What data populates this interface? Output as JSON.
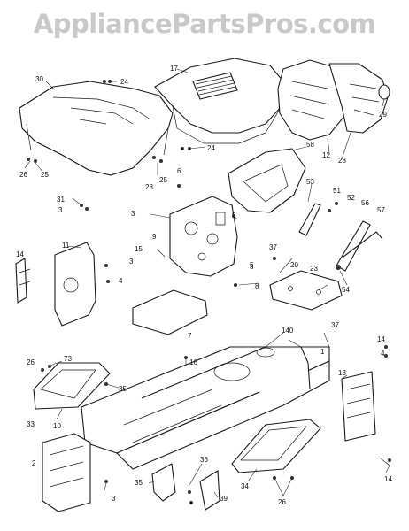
{
  "watermark": "AppliancePartsPros.com",
  "labels": [
    {
      "id": "l30",
      "text": "30"
    },
    {
      "id": "l24a",
      "text": "24"
    },
    {
      "id": "l17",
      "text": "17"
    },
    {
      "id": "l29",
      "text": "29"
    },
    {
      "id": "l25a",
      "text": "25"
    },
    {
      "id": "l26a",
      "text": "26"
    },
    {
      "id": "l24b",
      "text": "24"
    },
    {
      "id": "l28a",
      "text": "28"
    },
    {
      "id": "l25b",
      "text": "25"
    },
    {
      "id": "l12",
      "text": "12"
    },
    {
      "id": "l28b",
      "text": "28"
    },
    {
      "id": "l58",
      "text": "58"
    },
    {
      "id": "l31",
      "text": "31"
    },
    {
      "id": "l3a",
      "text": "3"
    },
    {
      "id": "l6",
      "text": "6"
    },
    {
      "id": "l3b",
      "text": "3"
    },
    {
      "id": "l5a",
      "text": "5"
    },
    {
      "id": "l53",
      "text": "53"
    },
    {
      "id": "l51",
      "text": "51"
    },
    {
      "id": "l52",
      "text": "52"
    },
    {
      "id": "l56",
      "text": "56"
    },
    {
      "id": "l57",
      "text": "57"
    },
    {
      "id": "l9",
      "text": "9"
    },
    {
      "id": "l5b",
      "text": "5"
    },
    {
      "id": "l11",
      "text": "11"
    },
    {
      "id": "l15",
      "text": "15"
    },
    {
      "id": "l37a",
      "text": "37"
    },
    {
      "id": "l14a",
      "text": "14"
    },
    {
      "id": "l4a",
      "text": "4"
    },
    {
      "id": "l3c",
      "text": "3"
    },
    {
      "id": "l20",
      "text": "20"
    },
    {
      "id": "l23",
      "text": "23"
    },
    {
      "id": "l54",
      "text": "54"
    },
    {
      "id": "l8",
      "text": "8"
    },
    {
      "id": "l3d",
      "text": "3"
    },
    {
      "id": "l37b",
      "text": "37"
    },
    {
      "id": "l7",
      "text": "7"
    },
    {
      "id": "l140",
      "text": "140"
    },
    {
      "id": "l1",
      "text": "1"
    },
    {
      "id": "l16",
      "text": "16"
    },
    {
      "id": "l26b",
      "text": "26"
    },
    {
      "id": "l73",
      "text": "73"
    },
    {
      "id": "l35a",
      "text": "35"
    },
    {
      "id": "l14b",
      "text": "14"
    },
    {
      "id": "l4b",
      "text": "4"
    },
    {
      "id": "l13",
      "text": "13"
    },
    {
      "id": "l33",
      "text": "33"
    },
    {
      "id": "l10",
      "text": "10"
    },
    {
      "id": "l14c",
      "text": "14"
    },
    {
      "id": "l2",
      "text": "2"
    },
    {
      "id": "l36",
      "text": "36"
    },
    {
      "id": "l35b",
      "text": "35"
    },
    {
      "id": "l39",
      "text": "39"
    },
    {
      "id": "l34",
      "text": "34"
    },
    {
      "id": "l26c",
      "text": "26"
    },
    {
      "id": "l3e",
      "text": "3"
    }
  ]
}
